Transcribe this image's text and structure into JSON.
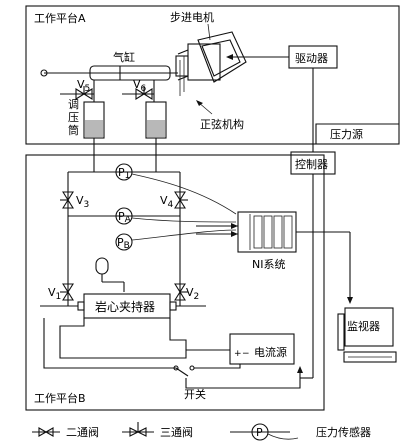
{
  "labels": {
    "platform_a": "工作平台A",
    "stepper_motor": "步进电机",
    "cylinder": "气缸",
    "v5": "V",
    "v5_sub": "5",
    "v6": "V",
    "v6_sub": "6",
    "regulator_chars": [
      "调",
      "压",
      "筒"
    ],
    "sine_mechanism": "正弦机构",
    "driver": "驱动器",
    "pressure_source": "压力源",
    "controller": "控制器",
    "p1": "P",
    "p1_sub": "1",
    "pa": "P",
    "pa_sub": "A",
    "pb": "P",
    "pb_sub": "B",
    "v3": "V",
    "v3_sub": "3",
    "v4": "V",
    "v4_sub": "4",
    "v1": "V",
    "v1_sub": "1",
    "v2": "V",
    "v2_sub": "2",
    "ni_system": "NI系统",
    "monitor": "监视器",
    "core_holder": "岩心夹持器",
    "current_source": "电流源",
    "plus": "+",
    "minus": "−",
    "switch": "开关",
    "platform_b": "工作平台B"
  },
  "legend": {
    "two_way_valve": "二通阀",
    "three_way_valve": "三通阀",
    "pressure_sensor": "压力传感器",
    "sensor_symbol": "P"
  },
  "colors": {
    "line": "#111111",
    "fluid": "#b8b8b8",
    "cylinder_fill": "#e0e0e0"
  }
}
